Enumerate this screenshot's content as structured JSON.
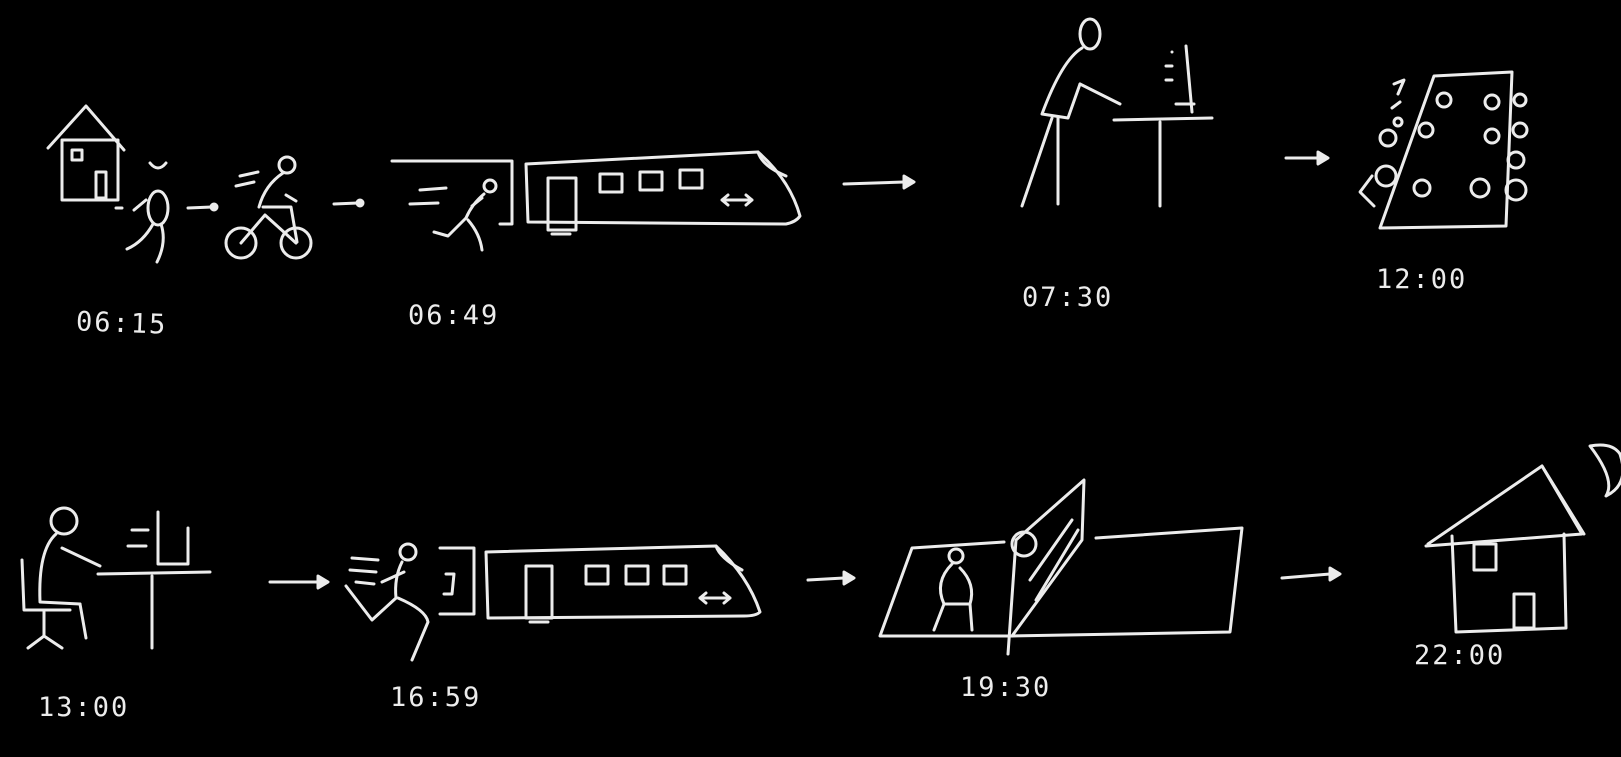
{
  "timeline": {
    "times": {
      "t1": "06:15",
      "t2": "06:49",
      "t3": "07:30",
      "t4": "12:00",
      "t5": "13:00",
      "t6": "16:59",
      "t7": "19:30",
      "t8": "22:00"
    },
    "colors": {
      "background": "#000000",
      "ink": "#ececec"
    }
  }
}
